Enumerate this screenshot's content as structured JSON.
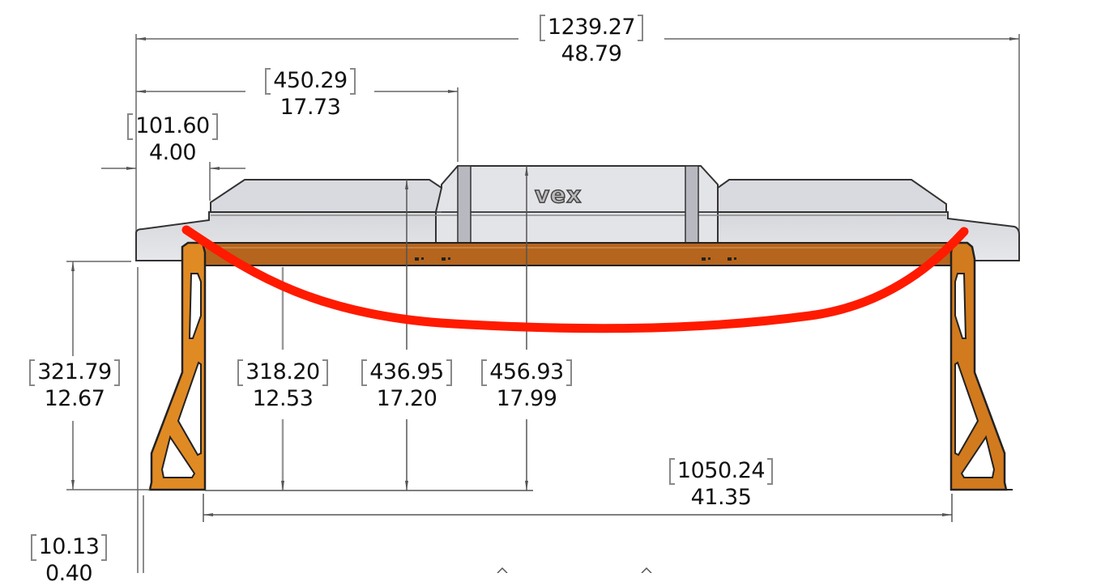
{
  "drawing": {
    "title": "Robot field platform side elevation (dimensioned drawing)",
    "units": {
      "primary": "mm (bracketed)",
      "secondary": "in"
    },
    "logo_text": "vex",
    "colors": {
      "platform_gray": "#dcdde1",
      "platform_outline": "#3a3a3a",
      "frame_orange": "#b5651d",
      "leg_orange": "#e08a24",
      "dimension_line": "#555555",
      "annotation_red": "#ff1a00",
      "background": "#ffffff"
    },
    "annotation": {
      "type": "curve",
      "color": "#ff1a00",
      "description": "red sag curve drawn between the two leg tops"
    }
  },
  "dimensions": {
    "overall_width": {
      "mm": "1239.27",
      "in": "48.79"
    },
    "center_offset": {
      "mm": "450.29",
      "in": "17.73"
    },
    "edge_overhang": {
      "mm": "101.60",
      "in": "4.00"
    },
    "leg_height": {
      "mm": "321.79",
      "in": "12.67"
    },
    "frame_height": {
      "mm": "318.20",
      "in": "12.53"
    },
    "step_height": {
      "mm": "436.95",
      "in": "17.20"
    },
    "top_height": {
      "mm": "456.93",
      "in": "17.99"
    },
    "leg_spacing": {
      "mm": "1050.24",
      "in": "41.35"
    },
    "foot_offset": {
      "mm": "10.13",
      "in": "0.40"
    }
  }
}
